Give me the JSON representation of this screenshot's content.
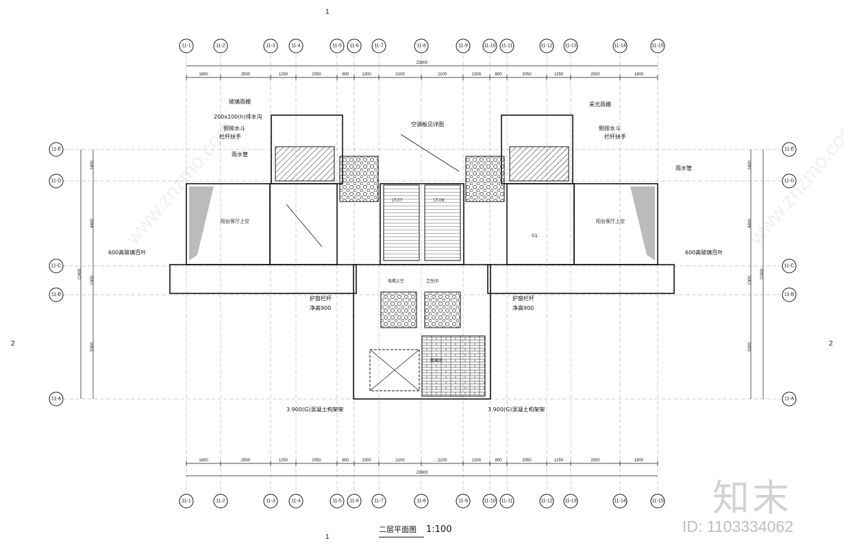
{
  "drawing": {
    "title": "二层平面图",
    "scale": "1:100",
    "section_marks": {
      "top": "1",
      "bottom": "1",
      "left": "2",
      "right": "2"
    }
  },
  "axes_top": [
    "11-1",
    "11-2",
    "11-3",
    "11-4",
    "11-5",
    "11-6",
    "11-7",
    "11-8",
    "11-9",
    "11-10",
    "11-11",
    "11-12",
    "11-13",
    "11-14",
    "11-15"
  ],
  "axes_left": [
    "11-E",
    "11-D",
    "11-C",
    "11-B",
    "11-A"
  ],
  "dims_top_total": "23800",
  "dims_top": [
    "1800",
    "2500",
    "1250",
    "2050",
    "800",
    "1300",
    "2100",
    "2100",
    "1300",
    "800",
    "2050",
    "1250",
    "2500",
    "1800"
  ],
  "dims_left": [
    "1400",
    "4400",
    "1300",
    "5300"
  ],
  "dims_left_total": "12400",
  "rooms": {
    "living_left": "阳台客厅上空",
    "living_right": "阳台客厅上空",
    "stair_left": "LT-07",
    "stair_right": "LT-08",
    "room_code": "01",
    "lift_lobby": "电梯上空",
    "bathroom": "卫生间",
    "stair_core": "楼梯间"
  },
  "notes": {
    "n1": "玻璃雨棚",
    "n2": "200x100(h)排水沟",
    "n3": "侧排水斗",
    "n4": "栏杆扶手",
    "n5": "雨水管",
    "n6": "600高玻璃百叶",
    "n7": "护窗栏杆",
    "n8": "净高900",
    "n9": "3.900(G)混凝土构架架",
    "n10": "采光雨棚",
    "n11": "空调板见详图"
  },
  "watermark": {
    "logo": "知末",
    "id": "ID: 1103334062",
    "site": "www.znzmo.com"
  }
}
